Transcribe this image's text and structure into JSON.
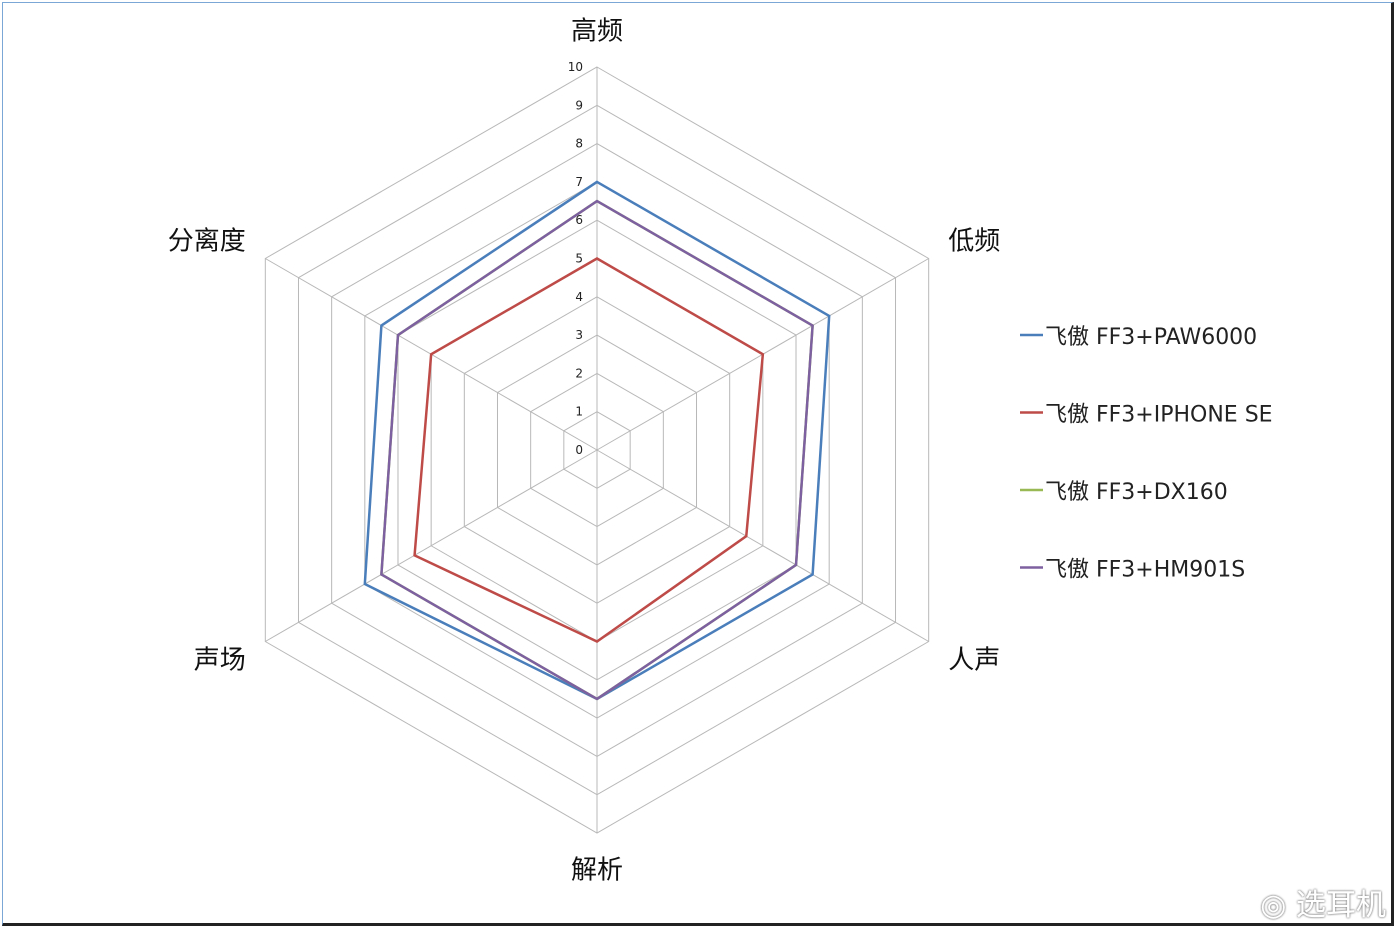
{
  "chart_data": {
    "type": "radar",
    "title": "",
    "axes": [
      "高频",
      "低频",
      "人声",
      "解析",
      "声场",
      "分离度"
    ],
    "range": [
      0,
      10
    ],
    "ticks": [
      "0",
      "1",
      "2",
      "3",
      "4",
      "5",
      "6",
      "7",
      "8",
      "9",
      "10"
    ],
    "grid": true,
    "legend_position": "right",
    "series": [
      {
        "name": "飞傲 FF3+PAW6000",
        "color": "#4a7ebb",
        "values": [
          7,
          7,
          6.5,
          6.5,
          7,
          6.5
        ]
      },
      {
        "name": "飞傲 FF3+IPHONE SE",
        "color": "#be4b48",
        "values": [
          5,
          5,
          4.5,
          5,
          5.5,
          5
        ]
      },
      {
        "name": "飞傲 FF3+DX160",
        "color": "#98b954",
        "values": [
          6.5,
          6.5,
          6,
          6.5,
          6.5,
          6
        ]
      },
      {
        "name": "飞傲 FF3+HM901S",
        "color": "#7d60a0",
        "values": [
          6.5,
          6.5,
          6,
          6.5,
          6.5,
          6
        ]
      }
    ]
  },
  "watermark": "选耳机"
}
